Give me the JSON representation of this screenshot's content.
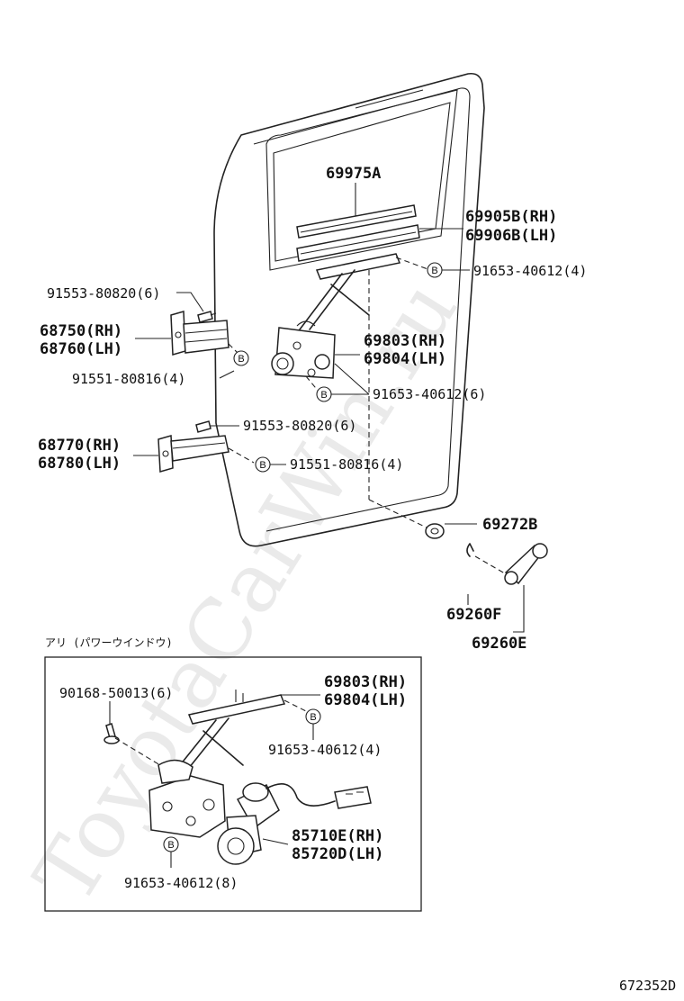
{
  "watermark": "ToyotaCarWin.ru",
  "callout_letter": "B",
  "diagram_id": "672352D",
  "inset": {
    "title": "アリ (パワーウインドウ)"
  },
  "labels": {
    "p69975a": "69975A",
    "p69905b": "69905B(RH)",
    "p69906b": "69906B(LH)",
    "p91653_4a": "91653-40612(4)",
    "p91553_a": "91553-80820(6)",
    "p68750": "68750(RH)",
    "p68760": "68760(LH)",
    "p91551_a": "91551-80816(4)",
    "p69803_a": "69803(RH)",
    "p69804_a": "69804(LH)",
    "p91653_6": "91653-40612(6)",
    "p91553_b": "91553-80820(6)",
    "p68770": "68770(RH)",
    "p68780": "68780(LH)",
    "p91551_b": "91551-80816(4)",
    "p69272b": "69272B",
    "p69260f": "69260F",
    "p69260e": "69260E",
    "p90168": "90168-50013(6)",
    "p69803_b": "69803(RH)",
    "p69804_b": "69804(LH)",
    "p91653_4b": "91653-40612(4)",
    "p85710e": "85710E(RH)",
    "p85720d": "85720D(LH)",
    "p91653_8": "91653-40612(8)"
  }
}
